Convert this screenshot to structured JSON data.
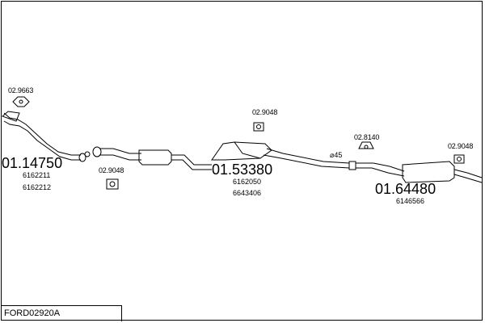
{
  "diagram_code": "FORD02920A",
  "groups": [
    {
      "id": "front",
      "part": "01.14750",
      "refs": [
        "6162211",
        "6162212"
      ]
    },
    {
      "id": "middle",
      "part": "01.53380",
      "refs": [
        "6162050",
        "6643406"
      ]
    },
    {
      "id": "rear",
      "part": "01.64480",
      "refs": [
        "6146566"
      ]
    }
  ],
  "accessories": [
    {
      "id": "front-clamp",
      "code": "02.9663"
    },
    {
      "id": "mount-a",
      "code": "02.9048"
    },
    {
      "id": "mount-b",
      "code": "02.9048"
    },
    {
      "id": "hanger",
      "code": "02.8140"
    },
    {
      "id": "mount-c",
      "code": "02.9048"
    }
  ],
  "pipe_diameter": "⌀45"
}
